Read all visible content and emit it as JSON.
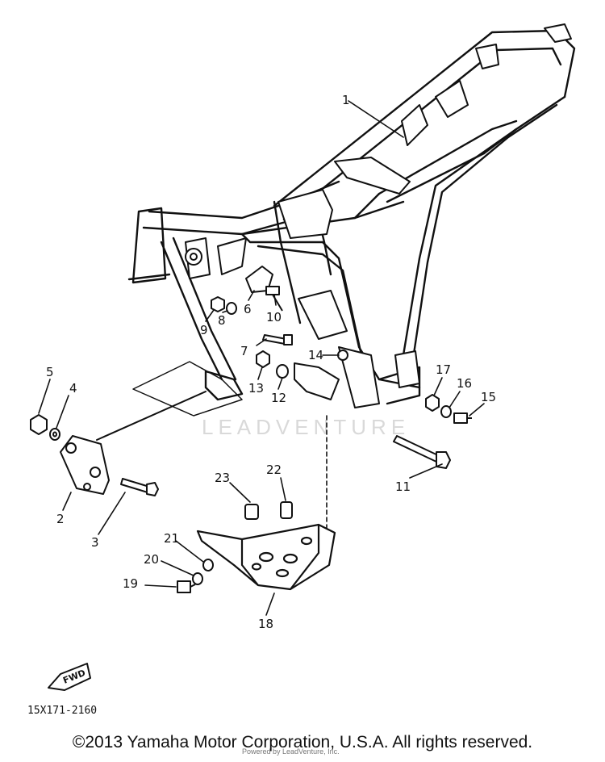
{
  "diagram": {
    "callouts": [
      {
        "id": "1",
        "label": "1"
      },
      {
        "id": "2",
        "label": "2"
      },
      {
        "id": "3",
        "label": "3"
      },
      {
        "id": "4",
        "label": "4"
      },
      {
        "id": "5",
        "label": "5"
      },
      {
        "id": "6",
        "label": "6"
      },
      {
        "id": "7",
        "label": "7"
      },
      {
        "id": "8",
        "label": "8"
      },
      {
        "id": "9",
        "label": "9"
      },
      {
        "id": "10",
        "label": "10"
      },
      {
        "id": "11",
        "label": "11"
      },
      {
        "id": "12",
        "label": "12"
      },
      {
        "id": "13",
        "label": "13"
      },
      {
        "id": "14",
        "label": "14"
      },
      {
        "id": "15",
        "label": "15"
      },
      {
        "id": "16",
        "label": "16"
      },
      {
        "id": "17",
        "label": "17"
      },
      {
        "id": "18",
        "label": "18"
      },
      {
        "id": "19",
        "label": "19"
      },
      {
        "id": "20",
        "label": "20"
      },
      {
        "id": "21",
        "label": "21"
      },
      {
        "id": "22",
        "label": "22"
      },
      {
        "id": "23",
        "label": "23"
      }
    ],
    "fwd_label": "FWD",
    "part_code": "15X171-2160",
    "watermark": "LEADVENTURE"
  },
  "footer": {
    "copyright": "©2013 Yamaha Motor Corporation, U.S.A. All rights reserved.",
    "faint_note": "Powered by LeadVenture, Inc."
  }
}
